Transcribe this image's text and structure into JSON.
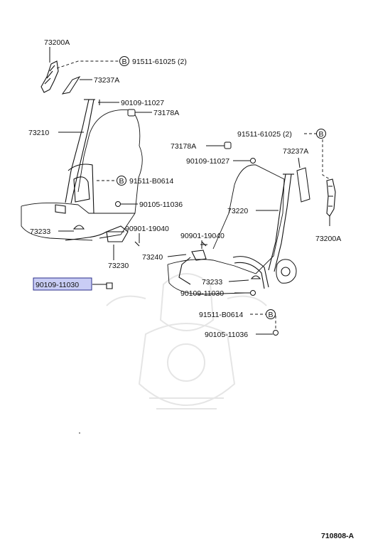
{
  "parts": {
    "p73200A_left": "73200A",
    "p91511_61025_left": "91511-61025 (2)",
    "p73237A_left": "73237A",
    "p90109_11027_left": "90109-11027",
    "p73178A_left": "73178A",
    "p73210": "73210",
    "p91511_B0614_left": "91511-B0614",
    "p90105_11036_left": "90105-11036",
    "p73233_left": "73233",
    "p90901_19040_left": "90901-19040",
    "p73230": "73230",
    "p90109_11030_left": "90109-11030",
    "p91511_61025_right": "91511-61025 (2)",
    "p73178A_right": "73178A",
    "p90109_11027_right": "90109-11027",
    "p73237A_right": "73237A",
    "p73220": "73220",
    "p73200A_right": "73200A",
    "p90901_19040_right": "90901-19040",
    "p73240": "73240",
    "p73233_right": "73233",
    "p90109_11030_right": "90109-11030",
    "p91511_B0614_right": "91511-B0614",
    "p90105_11036_right": "90105-11036"
  },
  "bolt_marker": "B",
  "highlighted_part": "90109-11030",
  "figure_code": "710808-A",
  "colors": {
    "highlight_fill": "#c9cdf5",
    "highlight_border": "#2b2f8a",
    "ink": "#111111",
    "watermark": "#e3e3e3"
  }
}
